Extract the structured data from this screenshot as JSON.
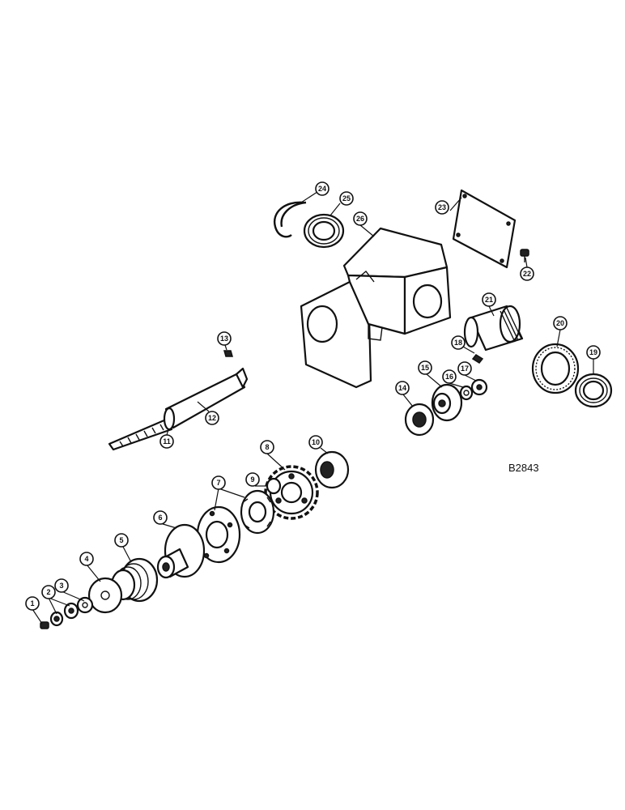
{
  "drawing_ref": "B2843",
  "callouts": [
    "1",
    "2",
    "3",
    "4",
    "5",
    "6",
    "7",
    "8",
    "9",
    "10",
    "11",
    "12",
    "13",
    "14",
    "15",
    "16",
    "17",
    "18",
    "19",
    "20",
    "21",
    "22",
    "23",
    "24",
    "25",
    "26"
  ]
}
